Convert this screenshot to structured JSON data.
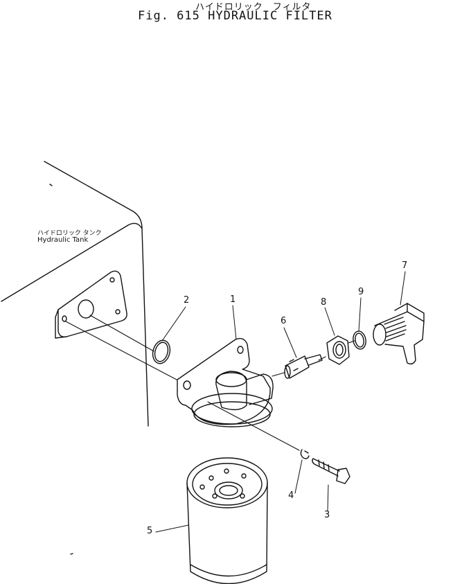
{
  "header": {
    "title_jp": "ハイドロリック　フィルタ",
    "title_en": "Fig. 615   HYDRAULIC FILTER"
  },
  "tank_label": {
    "jp": "ハイドロリック タンク",
    "en": "Hydraulic Tank"
  },
  "callouts": {
    "n1": "1",
    "n2": "2",
    "n3": "3",
    "n4": "4",
    "n5": "5",
    "n6": "6",
    "n7": "7",
    "n8": "8",
    "n9": "9"
  }
}
